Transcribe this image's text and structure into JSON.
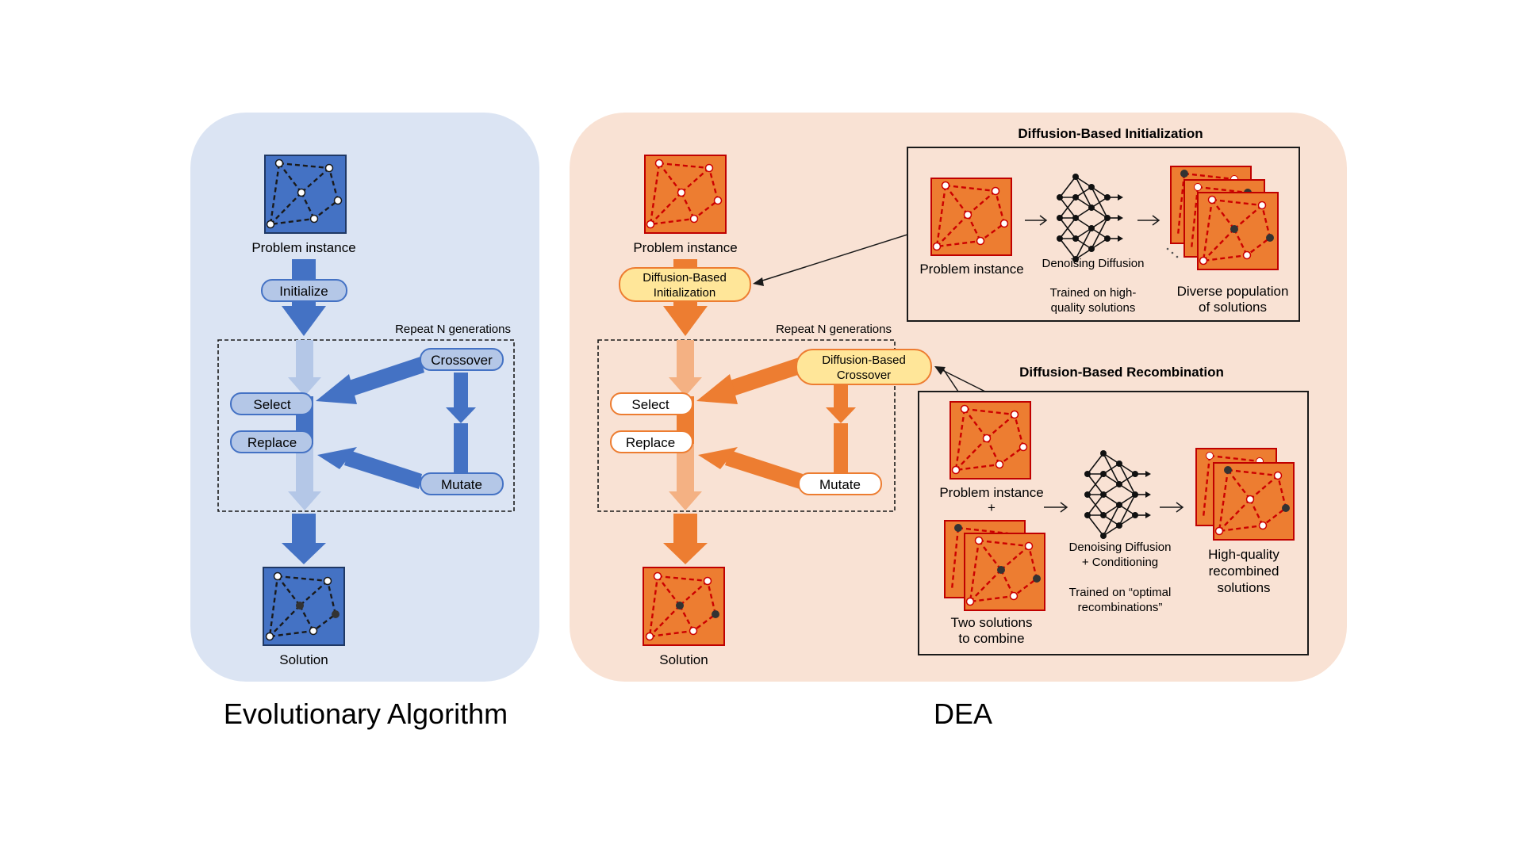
{
  "colors": {
    "ea_bg": "#dbe4f3",
    "dea_bg": "#f9e2d4",
    "blue": "#4472c4",
    "blue_light": "#b4c7e7",
    "pill_blue_fill": "#b4c7e7",
    "orange": "#ed7d31",
    "orange_light": "#f4b183",
    "yellow": "#ffe699",
    "graph_red": "#cc0000"
  },
  "ea": {
    "title": "Evolutionary Algorithm",
    "problem_label": "Problem instance",
    "initialize": "Initialize",
    "repeat": "Repeat N generations",
    "select": "Select",
    "replace": "Replace",
    "crossover": "Crossover",
    "mutate": "Mutate",
    "solution_label": "Solution"
  },
  "dea": {
    "title": "DEA",
    "problem_label": "Problem instance",
    "init_line1": "Diffusion-Based",
    "init_line2": "Initialization",
    "repeat": "Repeat N generations",
    "select": "Select",
    "replace": "Replace",
    "crossover_line1": "Diffusion-Based",
    "crossover_line2": "Crossover",
    "mutate": "Mutate",
    "solution_label": "Solution"
  },
  "init_panel": {
    "title": "Diffusion-Based Initialization",
    "problem_label": "Problem instance",
    "network_label": "Denoising Diffusion",
    "trained_line1": "Trained on high-",
    "trained_line2": "quality solutions",
    "output_line1": "Diverse population",
    "output_line2": "of solutions"
  },
  "recomb_panel": {
    "title": "Diffusion-Based Recombination",
    "problem_label": "Problem instance",
    "plus": "+",
    "two_line1": "Two solutions",
    "two_line2": "to combine",
    "network_line1": "Denoising Diffusion",
    "network_line2": "+ Conditioning",
    "trained_line1": "Trained on “optimal",
    "trained_line2": "recombinations”",
    "output_line1": "High-quality",
    "output_line2": "recombined",
    "output_line3": "solutions"
  }
}
